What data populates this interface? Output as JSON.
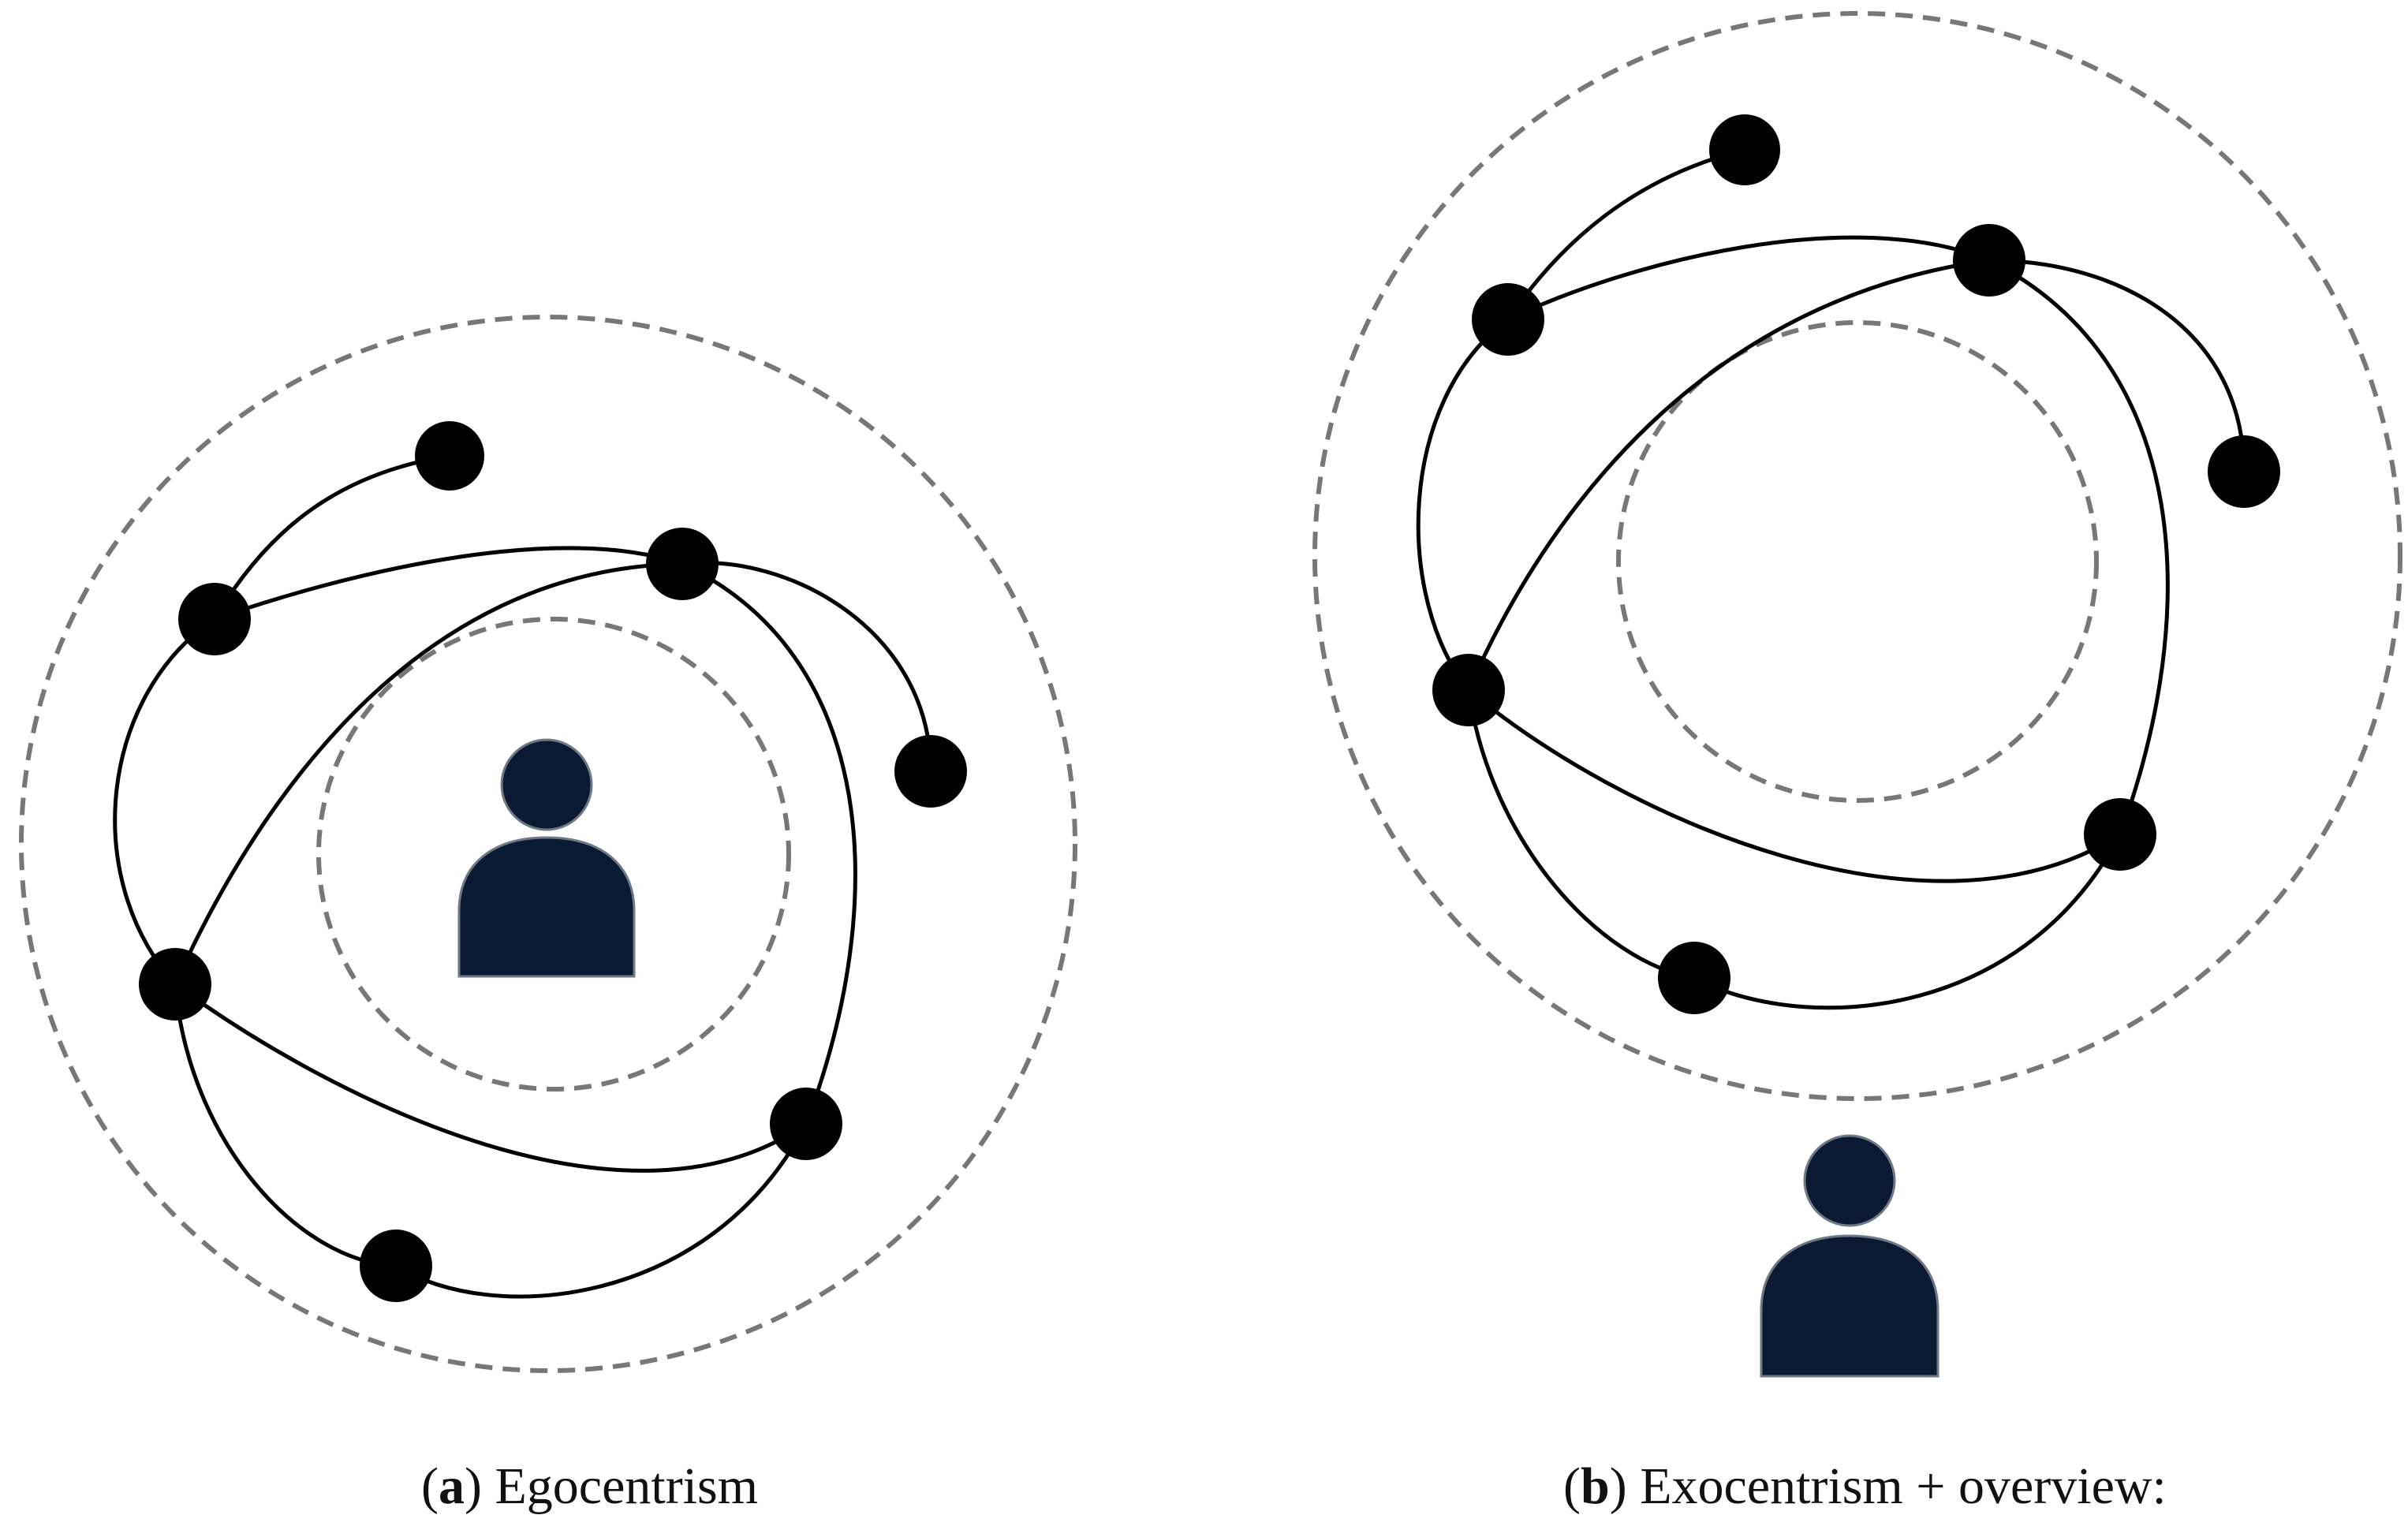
{
  "panels": [
    {
      "id": "a",
      "label": "a",
      "caption": "Egocentrism",
      "view": "egocentric"
    },
    {
      "id": "b",
      "label": "b",
      "caption": "Exocentrism + overview:",
      "view": "exocentric"
    }
  ],
  "colors": {
    "person": "#0b1a33",
    "node": "#000000",
    "edge": "#000000",
    "dashed_ring": "#777777",
    "caption_text": "#111111"
  },
  "icons": {
    "person": "person-icon",
    "node": "node-dot"
  }
}
